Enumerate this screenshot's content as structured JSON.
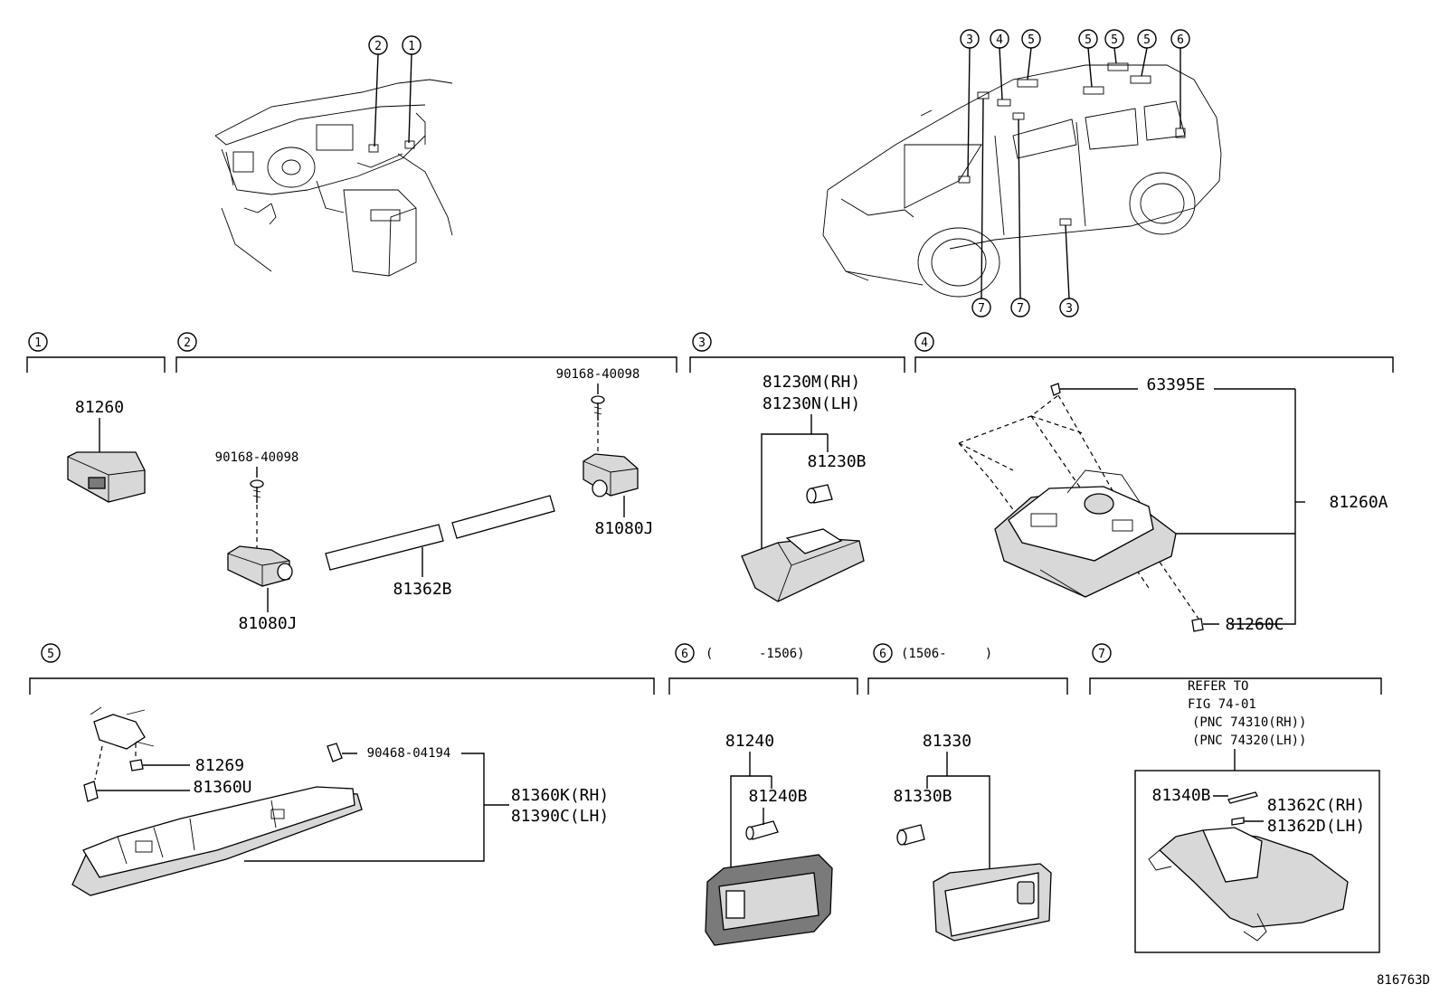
{
  "callouts": [
    "1",
    "2",
    "3",
    "4",
    "5",
    "6",
    "7"
  ],
  "sections": {
    "s1": {
      "num": "1"
    },
    "s2": {
      "num": "2"
    },
    "s3": {
      "num": "3"
    },
    "s4": {
      "num": "4"
    },
    "s5": {
      "num": "5"
    },
    "s6a": {
      "num": "6",
      "range": "(      -1506)"
    },
    "s6b": {
      "num": "6",
      "range": "(1506-     )"
    },
    "s7": {
      "num": "7"
    }
  },
  "parts": {
    "p81260": "81260",
    "p90168_a": "90168-40098",
    "p90168_b": "90168-40098",
    "p81080J_a": "81080J",
    "p81080J_b": "81080J",
    "p81362B": "81362B",
    "p81230M": "81230M(RH)",
    "p81230N": "81230N(LH)",
    "p81230B": "81230B",
    "p63395E": "63395E",
    "p81260A": "81260A",
    "p81260C": "81260C",
    "p81269": "81269",
    "p81360U": "81360U",
    "p90468": "90468-04194",
    "p81360K": "81360K(RH)",
    "p81390C": "81390C(LH)",
    "p81240": "81240",
    "p81240B": "81240B",
    "p81330": "81330",
    "p81330B": "81330B",
    "p81340B": "81340B",
    "p81362C": "81362C(RH)",
    "p81362D": "81362D(LH)"
  },
  "refer": {
    "line1": "REFER TO",
    "line2": "FIG 74-01",
    "line3": "(PNC 74310(RH))",
    "line4": "(PNC 74320(LH))"
  },
  "figure_id": "816763D"
}
